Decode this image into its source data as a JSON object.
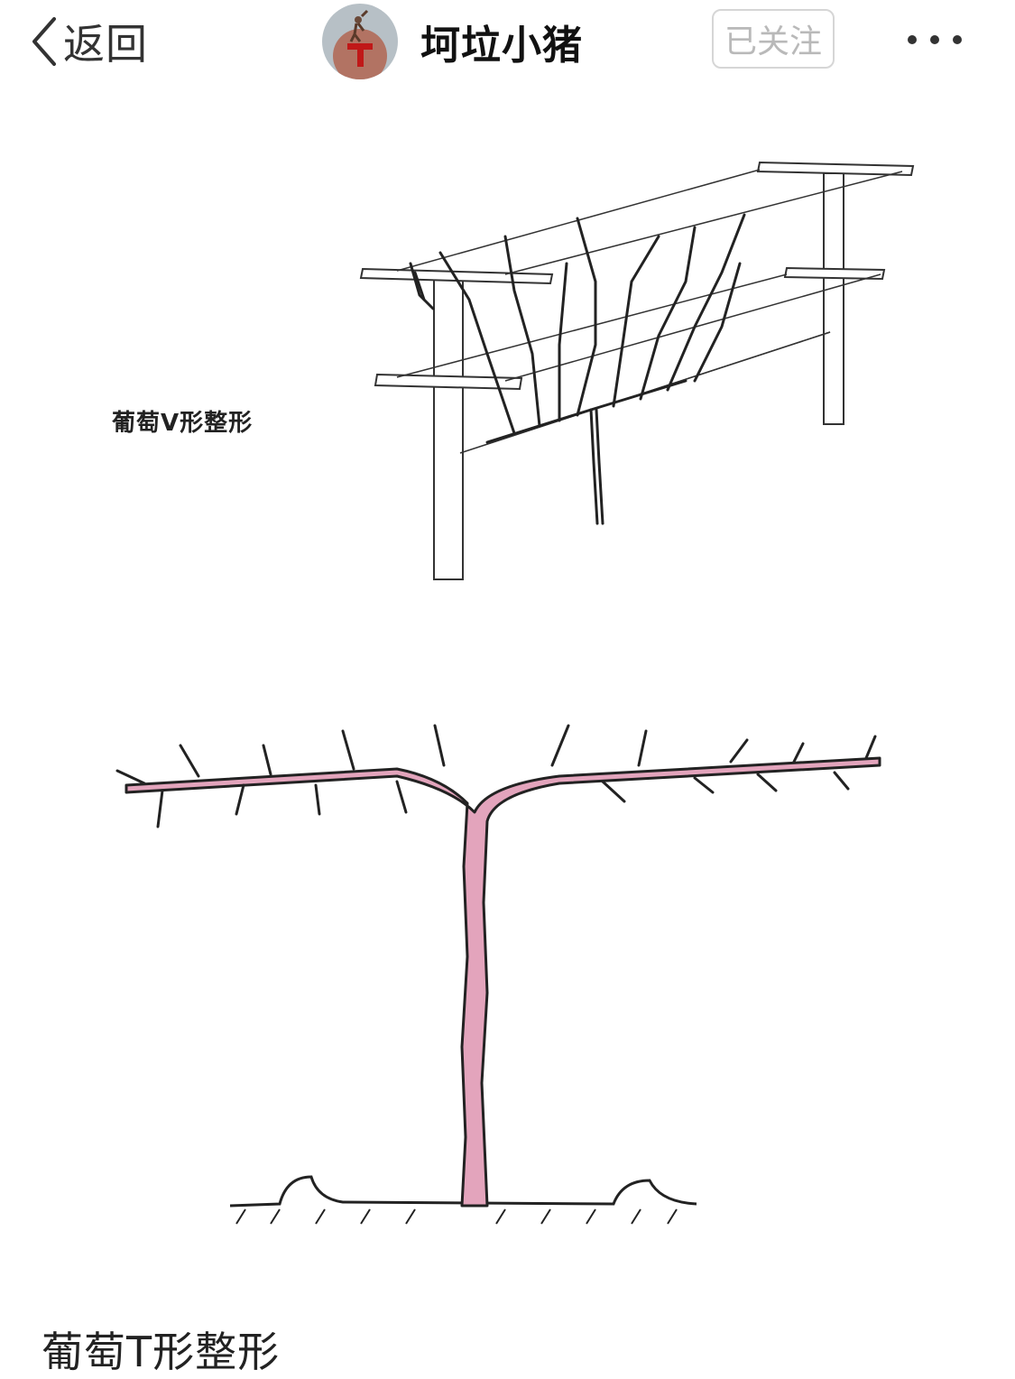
{
  "nav": {
    "back_label": "返回",
    "author_name": "坷垃小猪",
    "follow_label": "已关注",
    "avatar_badge": "T",
    "icons": {
      "back": "chevron-left-icon",
      "more": "more-dots-icon"
    }
  },
  "article": {
    "v_caption": "葡萄V形整形",
    "t_caption": "葡萄T形整形"
  },
  "colors": {
    "trunk_fill": "#e3a4bc",
    "follow_border": "#d6d6d6",
    "follow_text": "#b9b9b9"
  }
}
